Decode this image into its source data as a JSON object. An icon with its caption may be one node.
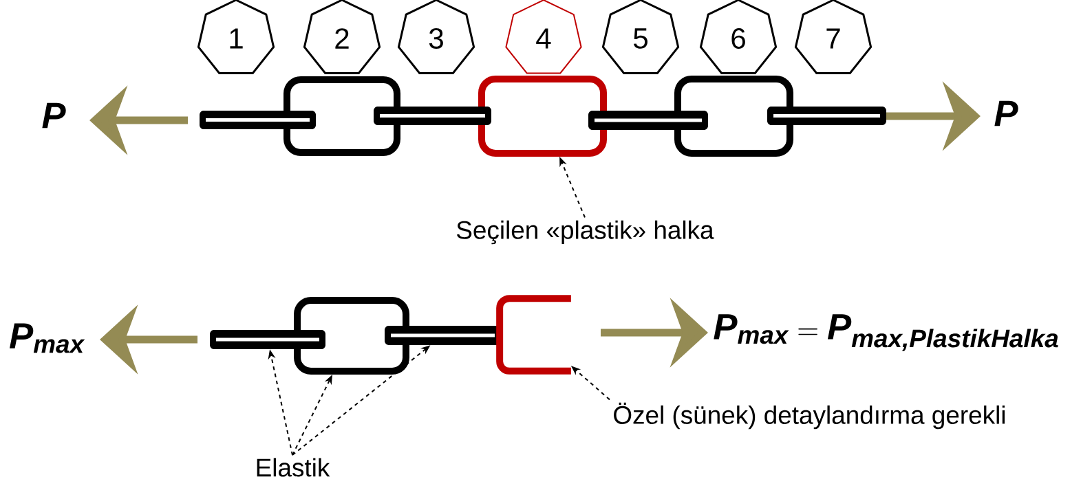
{
  "diagram": {
    "nodes": [
      {
        "text": [
          "1"
        ]
      },
      {
        "text": [
          "2"
        ]
      },
      {
        "text": [
          "3"
        ]
      },
      {
        "text": [
          "4"
        ]
      },
      {
        "text": [
          "5"
        ]
      },
      {
        "text": [
          "6"
        ]
      },
      {
        "text": [
          "7"
        ]
      },
      {
        "text": [],
        "shape": "bar"
      },
      {
        "text": [],
        "shape": "box"
      },
      {
        "text": [],
        "shape": "bar"
      },
      {
        "text": [],
        "shape": "box"
      },
      {
        "text": [],
        "shape": "bar"
      },
      {
        "text": [],
        "shape": "box"
      },
      {
        "text": [],
        "shape": "bar"
      },
      {
        "text": [
          "Seçilen «plastik» halka"
        ]
      },
      {
        "text": [],
        "shape": "bar"
      },
      {
        "text": [],
        "shape": "box"
      },
      {
        "text": [],
        "shape": "bar"
      },
      {
        "text": [],
        "shape": "bracket"
      },
      {
        "text": [
          "Özel (sünek) detaylandırma gerekli"
        ]
      },
      {
        "text": [
          "Elastik"
        ]
      }
    ],
    "edges": [
      {
        "from": 14,
        "to": 10,
        "arrow": "to",
        "style": "dashed"
      },
      {
        "from": 20,
        "to": 15,
        "arrow": "to",
        "style": "dashed"
      },
      {
        "from": 20,
        "to": 16,
        "arrow": "to",
        "style": "dashed"
      },
      {
        "from": 20,
        "to": 17,
        "arrow": "to",
        "style": "dashed"
      },
      {
        "from": 19,
        "to": 18,
        "arrow": "to",
        "style": "dashed"
      }
    ],
    "labels": [
      "P",
      "P",
      "P_{max}",
      "P_{max}=P_{max,PlastikHalka}"
    ]
  }
}
